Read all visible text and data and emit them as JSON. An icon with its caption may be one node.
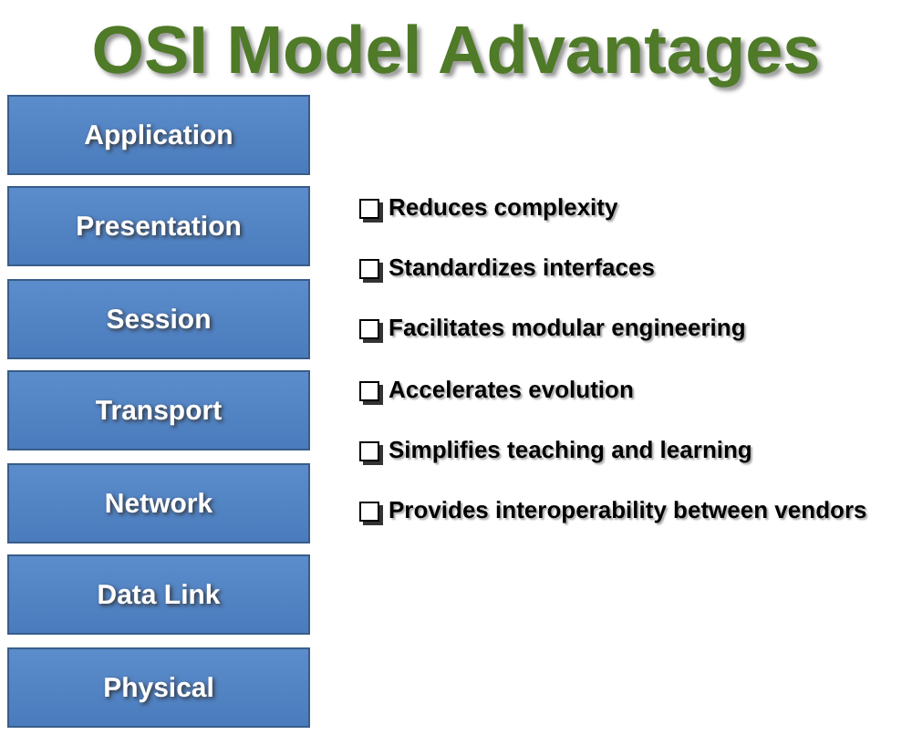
{
  "diagram": {
    "title": "OSI Model Advantages",
    "nodes": [
      {
        "text": [
          "Application"
        ]
      },
      {
        "text": [
          "Presentation"
        ]
      },
      {
        "text": [
          "Session"
        ]
      },
      {
        "text": [
          "Transport"
        ]
      },
      {
        "text": [
          "Network"
        ]
      },
      {
        "text": [
          "Data Link"
        ]
      },
      {
        "text": [
          "Physical"
        ]
      }
    ],
    "labels": [
      "Reduces complexity",
      "Standardizes interfaces",
      "Facilitates modular engineering",
      "Accelerates evolution",
      "Simplifies teaching and learning",
      "Provides interoperability between vendors"
    ]
  }
}
